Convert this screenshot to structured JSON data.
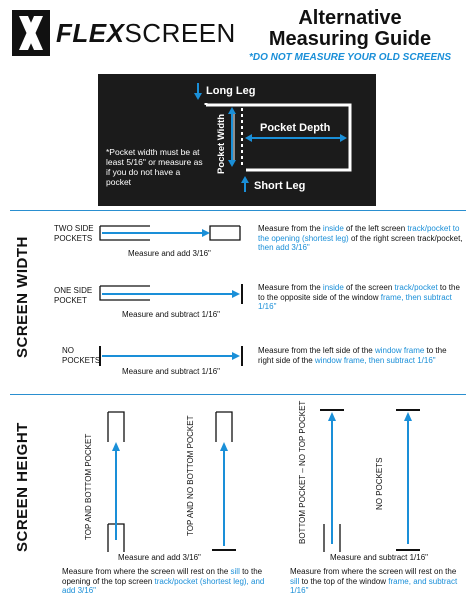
{
  "header": {
    "brand_bold": "FLEX",
    "brand_light": "SCREEN",
    "title_line1": "Alternative",
    "title_line2": "Measuring Guide",
    "warning": "*DO NOT MEASURE YOUR OLD SCREENS"
  },
  "diagram": {
    "long_leg": "Long Leg",
    "short_leg": "Short Leg",
    "pocket_width": "Pocket Width",
    "pocket_depth": "Pocket Depth",
    "footnote": "*Pocket width must be at least 5/16\" or measure as if you do not have a pocket"
  },
  "width": {
    "section_label": "SCREEN WIDTH",
    "rows": [
      {
        "label": "TWO SIDE POCKETS",
        "caption": "Measure and add 3/16\"",
        "desc_a": "Measure from the ",
        "desc_b": "inside",
        "desc_c": " of the left screen ",
        "desc_d": "track/pocket to the opening (shortest leg)",
        "desc_e": " of the right screen track/pocket, ",
        "desc_f": "then add 3/16\""
      },
      {
        "label": "ONE SIDE POCKET",
        "caption": "Measure and subtract 1/16\"",
        "desc_a": "Measure from the ",
        "desc_b": "inside",
        "desc_c": " of the screen ",
        "desc_d": "track/pocket",
        "desc_e": " to the to the opposite side of the window ",
        "desc_f": "frame, then subtract 1/16\""
      },
      {
        "label": "NO POCKETS",
        "caption": "Measure and subtract 1/16\"",
        "desc_a": "Measure from the left side of the ",
        "desc_b": "window frame",
        "desc_c": " to the right side of the ",
        "desc_d": "window frame, then subtract 1/16\""
      }
    ]
  },
  "height": {
    "section_label": "SCREEN HEIGHT",
    "v1": "TOP AND BOTTOM POCKET",
    "v2": "TOP AND NO BOTTOM POCKET",
    "v3": "BOTTOM POCKET – NO TOP POCKET",
    "v4": "NO POCKETS",
    "caption_left": "Measure and add 3/16\"",
    "caption_right": "Measure and subtract 1/16\"",
    "desc_left_a": "Measure from where the screen will rest on the ",
    "desc_left_b": "sill",
    "desc_left_c": " to the opening of the top screen ",
    "desc_left_d": "track/pocket (shortest leg), and add 3/16\"",
    "desc_right_a": "Measure from where the screen will rest on the ",
    "desc_right_b": "sill",
    "desc_right_c": " to the top of the window ",
    "desc_right_d": "frame, and subtract 1/16\""
  },
  "colors": {
    "accent": "#1a8fd8",
    "dark": "#1b1b1b"
  }
}
